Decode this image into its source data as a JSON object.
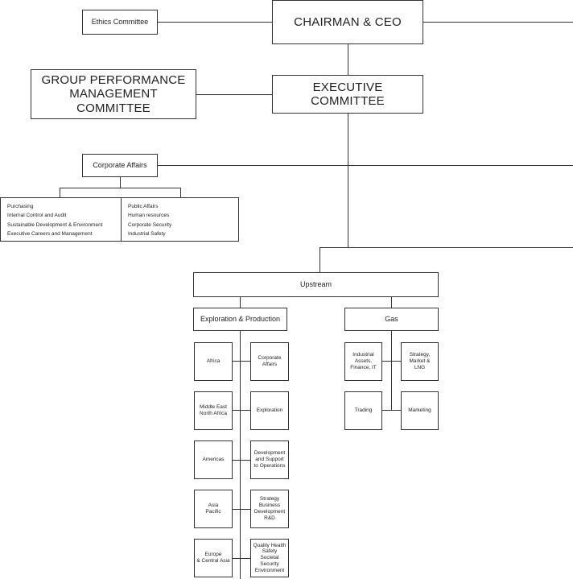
{
  "top": {
    "ethics": "Ethics Committee",
    "chairman": "CHAIRMAN & CEO",
    "gpmc_line1": "GROUP PERFORMANCE",
    "gpmc_line2": "MANAGEMENT COMMITTEE",
    "executive": "EXECUTIVE COMMITTEE"
  },
  "corporate_affairs": {
    "title": "Corporate Affairs",
    "left_items": [
      "Purchasing",
      "Internal Control and Audit",
      "Sustainable Development & Environment",
      "Executive Careers and Management"
    ],
    "right_items": [
      "Public Affairs",
      "Human resources",
      "Corporate Security",
      "Industrial Safety"
    ]
  },
  "upstream": {
    "title": "Upstream",
    "ep": {
      "title": "Exploration & Production",
      "left": [
        {
          "l1": "Africa",
          "l2": ""
        },
        {
          "l1": "Middle East",
          "l2": "North Africa"
        },
        {
          "l1": "Americas",
          "l2": ""
        },
        {
          "l1": "Asia",
          "l2": "Pacific"
        },
        {
          "l1": "Europe",
          "l2": "& Central Asia"
        }
      ],
      "right": [
        {
          "l1": "Corporate",
          "l2": "Affairs",
          "l3": "",
          "l4": ""
        },
        {
          "l1": "Exploration",
          "l2": "",
          "l3": "",
          "l4": ""
        },
        {
          "l1": "Development",
          "l2": "and Support",
          "l3": "to Operations",
          "l4": ""
        },
        {
          "l1": "Strategy",
          "l2": "Business",
          "l3": "Development",
          "l4": "R&D"
        },
        {
          "l1": "Quality Health",
          "l2": "Safety Societal",
          "l3": "Security",
          "l4": "Environment"
        }
      ]
    },
    "gas": {
      "title": "Gas",
      "boxes": [
        {
          "l1": "Industrial",
          "l2": "Assets,",
          "l3": "Finance, IT"
        },
        {
          "l1": "Strategy,",
          "l2": "Market & LNG",
          "l3": ""
        },
        {
          "l1": "Trading",
          "l2": "",
          "l3": ""
        },
        {
          "l1": "Marketing",
          "l2": "",
          "l3": ""
        }
      ]
    }
  }
}
